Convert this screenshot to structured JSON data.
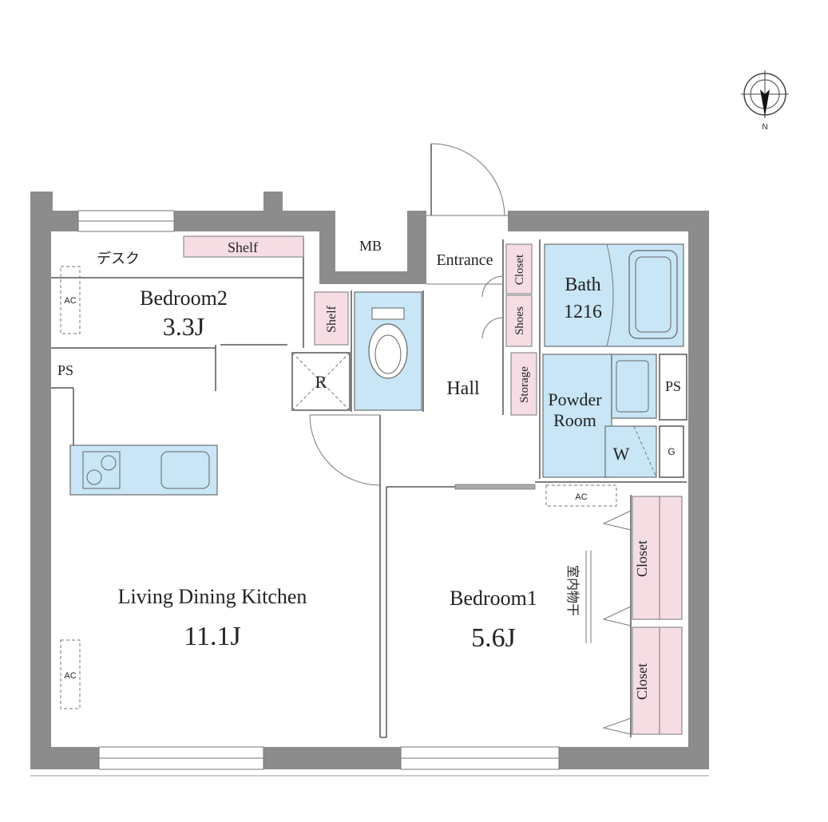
{
  "compass": {
    "north_label": "N"
  },
  "rooms": {
    "bedroom2": {
      "name": "Bedroom2",
      "size": "3.3J"
    },
    "ldk": {
      "name": "Living Dining Kitchen",
      "size": "11.1J"
    },
    "bedroom1": {
      "name": "Bedroom1",
      "size": "5.6J"
    },
    "bath": {
      "name": "Bath",
      "size": "1216"
    },
    "powder_room": {
      "line1": "Powder",
      "line2": "Room"
    },
    "hall": {
      "name": "Hall"
    },
    "entrance": {
      "name": "Entrance"
    }
  },
  "labels": {
    "desk": "デスク",
    "shelf_top": "Shelf",
    "shelf_side": "Shelf",
    "mb": "MB",
    "closet_entrance": "Closet",
    "shoes": "Shoes",
    "storage": "Storage",
    "refrigerator": "R",
    "washer": "W",
    "gas": "G",
    "ps_left": "PS",
    "ps_right": "PS",
    "ac_bedroom2": "AC",
    "ac_ldk": "AC",
    "ac_bedroom1": "AC",
    "closet_upper": "Closet",
    "closet_lower": "Closet",
    "drying_rack": "室内物干"
  },
  "colors": {
    "wall": "#8c8c8c",
    "wet_area": "#c8e6f5",
    "storage": "#f6dde4"
  }
}
